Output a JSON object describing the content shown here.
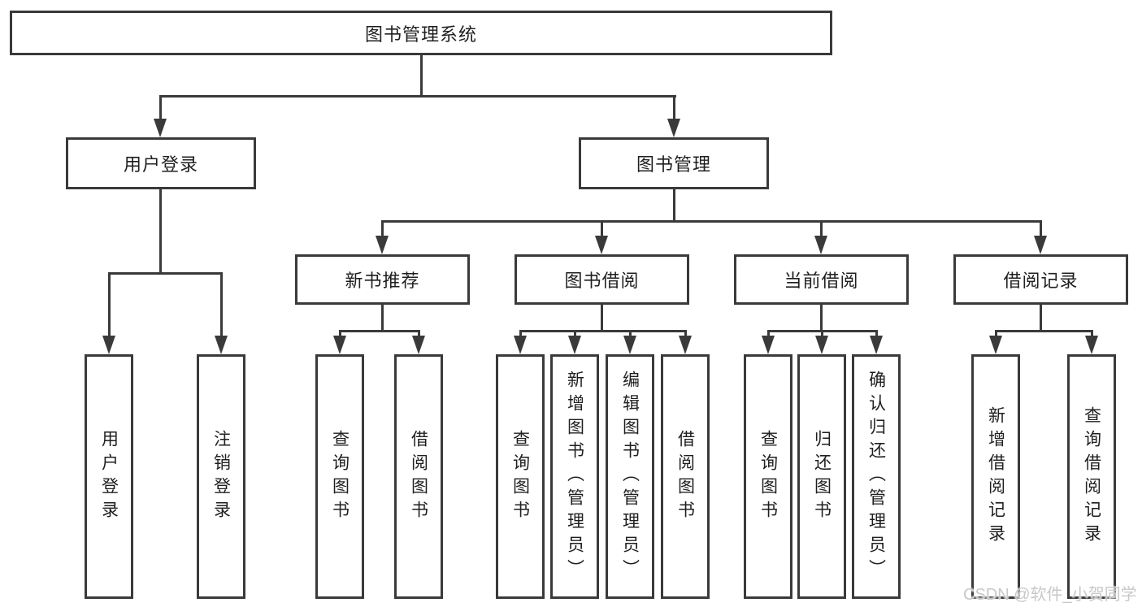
{
  "tree": {
    "root": "图书管理系统",
    "branches": [
      {
        "label": "用户登录",
        "children": [
          "用户登录",
          "注销登录"
        ]
      },
      {
        "label": "图书管理",
        "children": [
          {
            "label": "新书推荐",
            "children": [
              "查询图书",
              "借阅图书"
            ]
          },
          {
            "label": "图书借阅",
            "children": [
              "查询图书",
              "新增图书（管理员）",
              "编辑图书（管理员）",
              "借阅图书"
            ]
          },
          {
            "label": "当前借阅",
            "children": [
              "查询图书",
              "归还图书",
              "确认归还（管理员）"
            ]
          },
          {
            "label": "借阅记录",
            "children": [
              "新增借阅记录",
              "查询借阅记录"
            ]
          }
        ]
      }
    ]
  },
  "watermark": "CSDN @软件_小贺同学",
  "colors": {
    "line": "#3a3a3a",
    "box_bg": "#ffffff",
    "text": "#1f1f1f",
    "watermark": "#c8c8c8"
  }
}
